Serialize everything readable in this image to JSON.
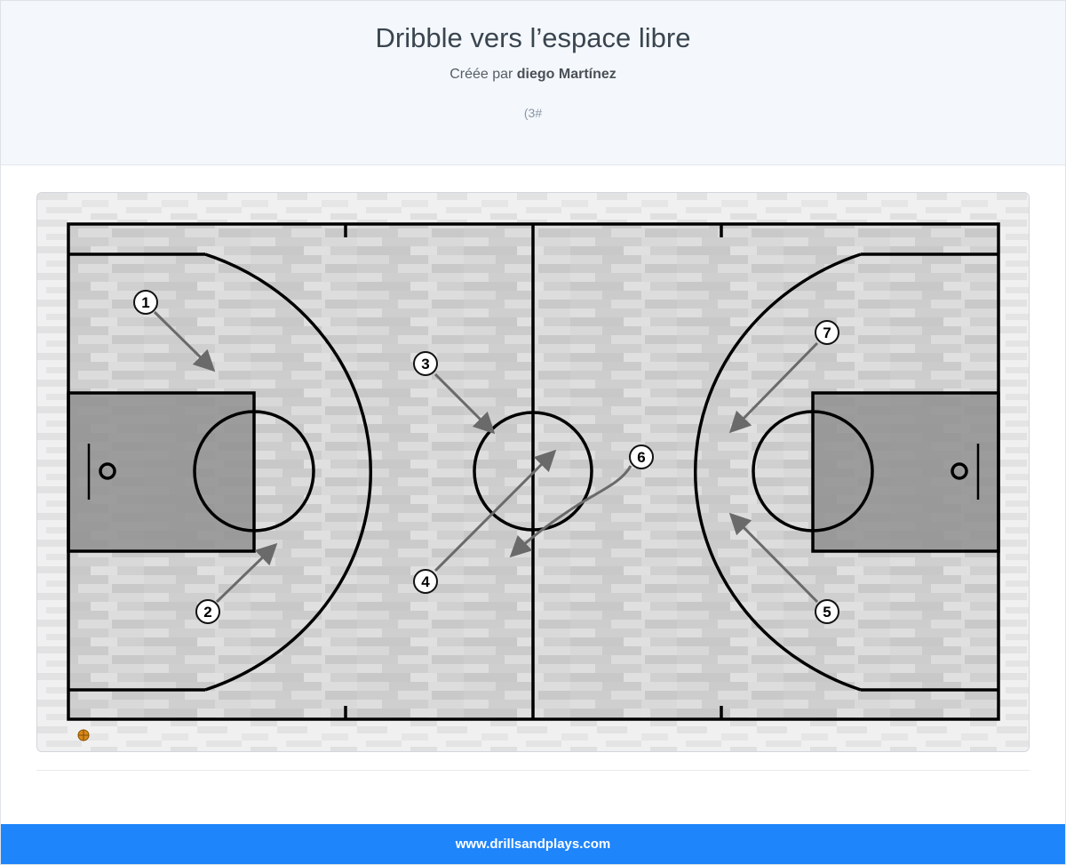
{
  "header": {
    "title": "Dribble vers l’espace libre",
    "created_by_prefix": "Créée par ",
    "author": "diego Martínez",
    "code": "(3#"
  },
  "diagram": {
    "players": [
      {
        "label": "1"
      },
      {
        "label": "2"
      },
      {
        "label": "3"
      },
      {
        "label": "4"
      },
      {
        "label": "5"
      },
      {
        "label": "6"
      },
      {
        "label": "7"
      }
    ],
    "ball_icon": "basketball-icon"
  },
  "footer": {
    "site": "www.drillsandplays.com"
  },
  "colors": {
    "header_bg": "#f4f8fc",
    "footer_bg": "#1e85fb",
    "paint": "#8f8f8f",
    "arrow": "#6a6a6a"
  }
}
